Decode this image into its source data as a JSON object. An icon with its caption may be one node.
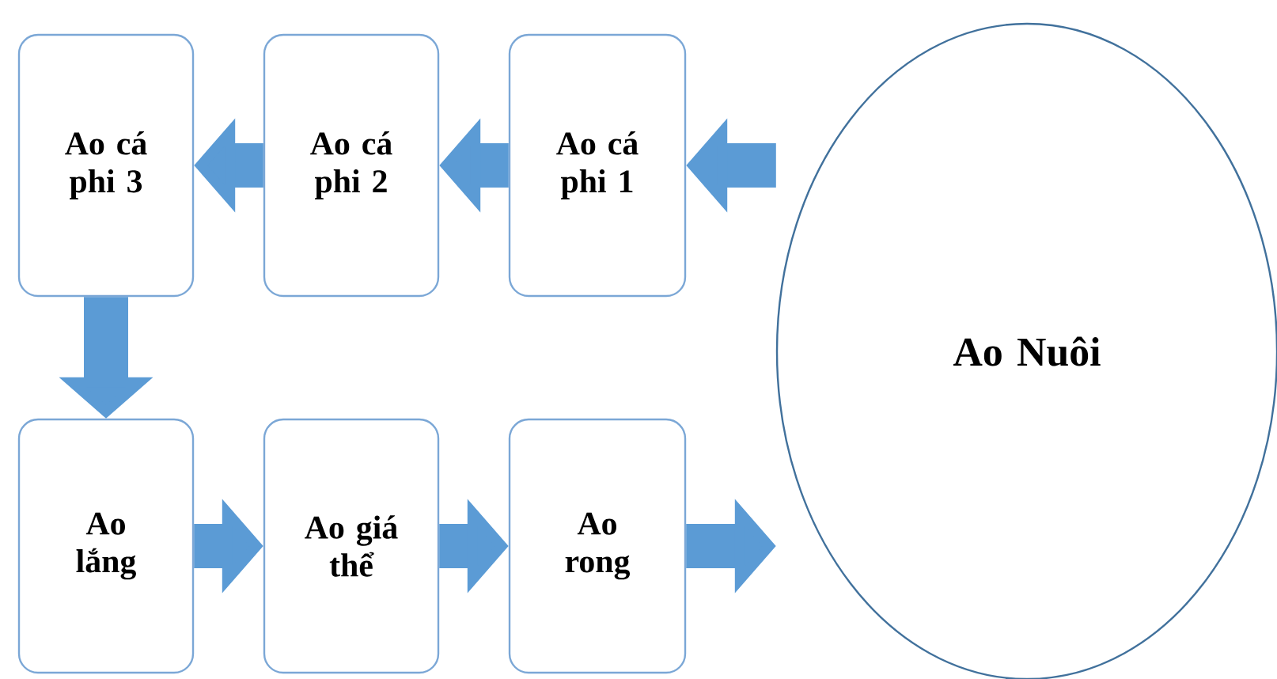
{
  "diagram": {
    "nodes": [
      {
        "text": [
          "Ao cá phi 3"
        ]
      },
      {
        "text": [
          "Ao cá phi 2"
        ]
      },
      {
        "text": [
          "Ao cá phi 1"
        ]
      },
      {
        "text": [
          "Ao Nuôi"
        ]
      },
      {
        "text": [
          "Ao lắng"
        ]
      },
      {
        "text": [
          "Ao giá thể"
        ]
      },
      {
        "text": [
          "Ao rong"
        ]
      }
    ],
    "edges": [
      {
        "from": 3,
        "to": 2,
        "arrow": "to"
      },
      {
        "from": 2,
        "to": 1,
        "arrow": "to"
      },
      {
        "from": 1,
        "to": 0,
        "arrow": "to"
      },
      {
        "from": 0,
        "to": 4,
        "arrow": "to"
      },
      {
        "from": 4,
        "to": 5,
        "arrow": "to"
      },
      {
        "from": 5,
        "to": 6,
        "arrow": "to"
      },
      {
        "from": 6,
        "to": 3,
        "arrow": "to"
      }
    ]
  }
}
